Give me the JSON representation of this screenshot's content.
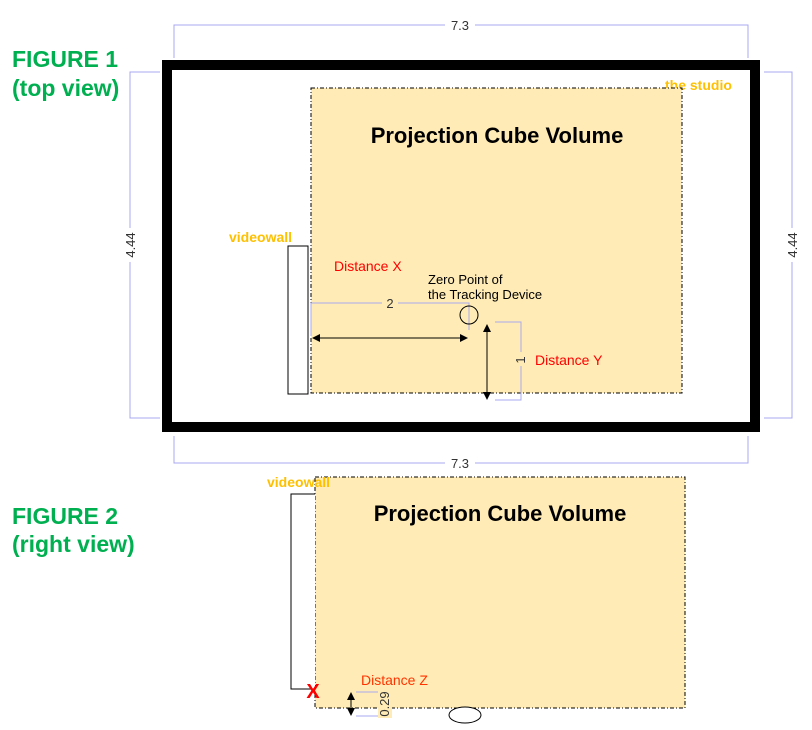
{
  "figure1": {
    "label_line1": "FIGURE 1",
    "label_line2": "(top view)",
    "studio_label": "the studio",
    "cube_title": "Projection Cube Volume",
    "videowall_label": "videowall",
    "distance_x_label": "Distance X",
    "distance_y_label": "Distance Y",
    "zero_point_line1": "Zero Point of",
    "zero_point_line2": "the Tracking Device",
    "dim_top": "7.3",
    "dim_bottom": "7.3",
    "dim_left": "4.44",
    "dim_right": "4.44",
    "dim_x": "2",
    "dim_y": "1"
  },
  "figure2": {
    "label_line1": "FIGURE 2",
    "label_line2": "(right view)",
    "cube_title": "Projection Cube Volume",
    "videowall_label": "videowall",
    "distance_z_label": "Distance Z",
    "dim_z": "0.29",
    "marker": "X"
  },
  "colors": {
    "figure_label": "#00b050",
    "orange": "#ffc000",
    "red": "#ff0000",
    "cube_fill": "#ffebb5",
    "dimension": "#a8a8f0"
  }
}
